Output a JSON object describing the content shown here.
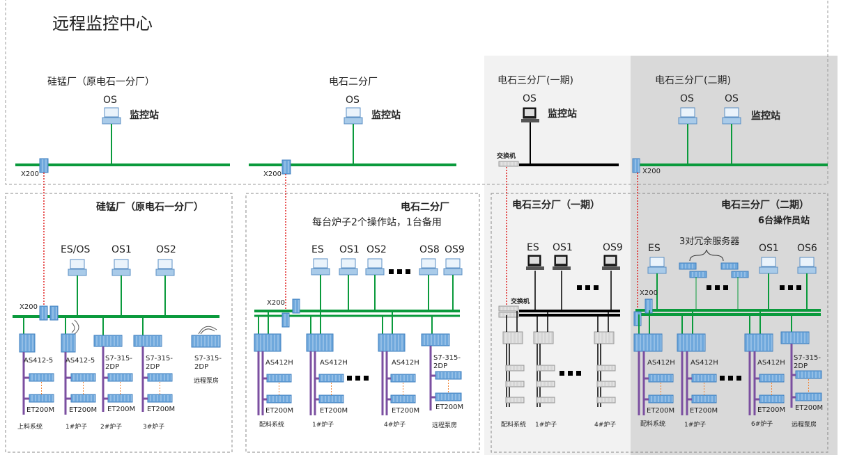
{
  "title": "远程监控中心",
  "colors": {
    "ethernet_bus": "#0a9a3c",
    "profibus": "#7b4fa0",
    "fiber_link": "#e02020",
    "module_blue": "#6fa8dc",
    "panel_light": "#f2f2f2",
    "panel_dark": "#d9d9d9"
  },
  "top": {
    "plant1": {
      "name": "硅锰厂（原电石一分厂）",
      "os": "OS",
      "station": "监控站",
      "switch": "X200"
    },
    "plant2": {
      "name": "电石二分厂",
      "os": "OS",
      "station": "监控站",
      "switch": "X200"
    },
    "plant3a": {
      "name": "电石三分厂(一期)",
      "os": "OS",
      "station": "监控站",
      "switch": "交换机"
    },
    "plant3b": {
      "name": "电石三分厂(二期)",
      "os1": "OS",
      "os2": "OS",
      "station": "监控站",
      "switch": "X200"
    }
  },
  "plant1": {
    "title": "硅锰厂（原电石一分厂）",
    "stations": [
      "ES/OS",
      "OS1",
      "OS2"
    ],
    "switch": "X200",
    "controllers": [
      "AS412-5",
      "AS412-5",
      "S7-315-",
      "2DP",
      "S7-315-",
      "2DP",
      "S7-315-",
      "2DP"
    ],
    "io": "ET200M",
    "remote": "远程泵房",
    "areas": [
      "上料系统",
      "1#炉子",
      "2#炉子",
      "3#炉子"
    ]
  },
  "plant2": {
    "title": "电石二分厂",
    "subtitle": "每台炉子2个操作站，1台备用",
    "stations": [
      "ES",
      "OS1",
      "OS2",
      "OS8",
      "OS9"
    ],
    "switch": "X200",
    "controllers": [
      "AS412H",
      "AS412H",
      "AS412H",
      "S7-315-",
      "2DP"
    ],
    "io": "ET200M",
    "areas": [
      "配料系统",
      "1#炉子",
      "4#炉子",
      "远程泵房"
    ]
  },
  "plant3a": {
    "title": "电石三分厂（一期）",
    "stations": [
      "ES",
      "OS1",
      "OS9"
    ],
    "switch": "交换机",
    "areas": [
      "配料系统",
      "1#炉子",
      "4#炉子"
    ]
  },
  "plant3b": {
    "title": "电石三分厂（二期）",
    "subtitle": "6台操作员站",
    "servers": "3对冗余服务器",
    "stations": [
      "ES",
      "OS1",
      "OS6"
    ],
    "switch": "X200",
    "controllers": [
      "AS412H",
      "AS412H",
      "AS412H",
      "S7-315-",
      "2DP"
    ],
    "io": "ET200M",
    "areas": [
      "配料系统",
      "1#炉子",
      "6#炉子",
      "远程泵房"
    ]
  }
}
